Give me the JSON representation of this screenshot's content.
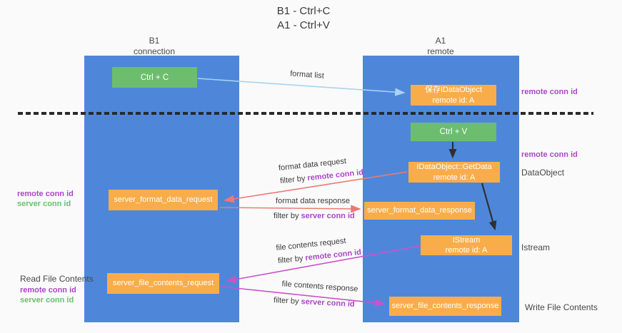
{
  "title": {
    "line1": "B1 - Ctrl+C",
    "line2": "A1 - Ctrl+V"
  },
  "columns": {
    "left": {
      "name": "B1",
      "subtitle": "connection"
    },
    "right": {
      "name": "A1",
      "subtitle": "remote"
    }
  },
  "boxes": {
    "ctrl_c": "Ctrl + C",
    "ctrl_v": "Ctrl + V",
    "save_dataobject": {
      "line1": "保存IDataObject",
      "line2": "remote id: A"
    },
    "getdata": {
      "line1": "IDataObject::GetData",
      "line2": "remote id: A"
    },
    "istream": {
      "line1": "IStream",
      "line2": "remote id: A"
    },
    "format_request": "server_format_data_request",
    "format_response": "server_format_data_response",
    "file_request": "server_file_contents_request",
    "file_response": "server_file_contents_response"
  },
  "arrow_labels": {
    "format_list": "format list",
    "format_data_request": "format data request",
    "format_data_response": "format data response",
    "file_contents_request": "file contents request",
    "file_contents_response": "file contents response",
    "filter_by": "filter by",
    "remote_conn_id": "remote conn id",
    "server_conn_id": "server conn id"
  },
  "side_labels": {
    "remote_conn_id": "remote conn id",
    "server_conn_id": "server conn id",
    "dataobject": "DataObject",
    "istream": "Istream",
    "read_file_contents": "Read File Contents",
    "write_file_contents": "Write File Contents"
  },
  "colors": {
    "background": "#fafafa",
    "lifeline_blue": "#4e87da",
    "box_green": "#6dbd6f",
    "box_orange": "#f9ad4a",
    "purple_text": "#ab46c8",
    "green_text": "#6abf6d",
    "arrow_red": "#ec7a74",
    "arrow_magenta": "#ca53ca",
    "arrow_lightblue": "#a9d3f1",
    "arrow_black": "#2f2f2f",
    "text_dark": "#3c3c3c"
  }
}
